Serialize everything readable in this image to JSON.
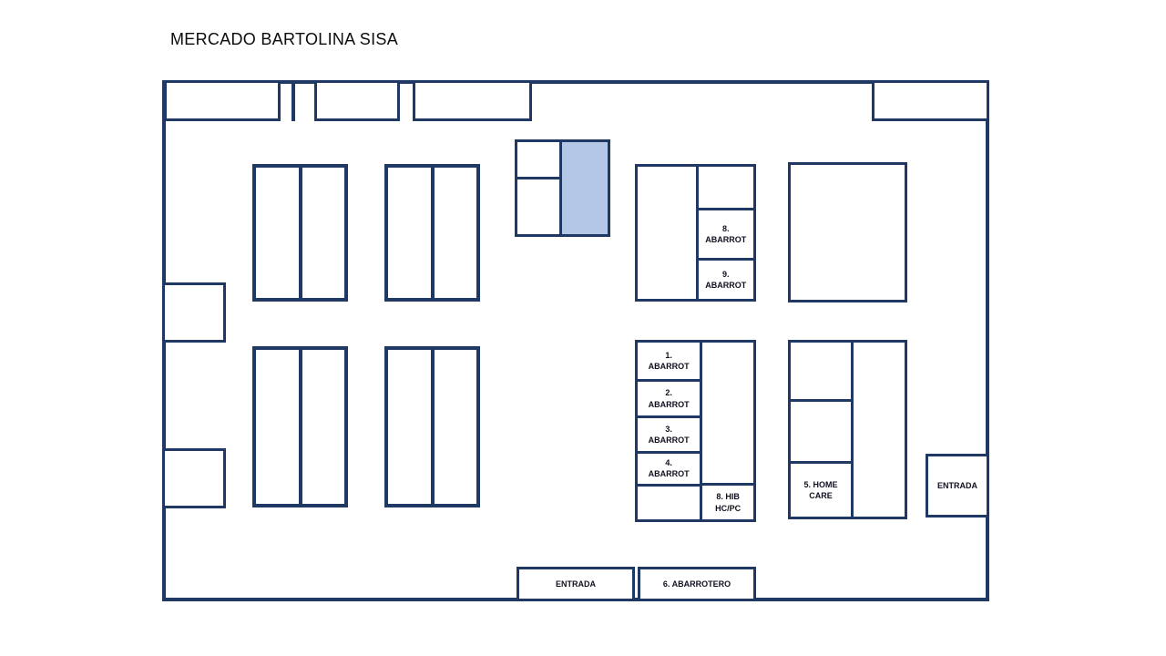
{
  "title": "MERCADO BARTOLINA SISA",
  "colors": {
    "line": "#1F3864",
    "highlight_fill": "#B4C7E7"
  },
  "stalls": {
    "abarrot_8": "8.\nABARROT",
    "abarrot_9": "9.\nABARROT",
    "abarrot_1": "1.\nABARROT",
    "abarrot_2": "2.\nABARROT",
    "abarrot_3": "3.\nABARROT",
    "abarrot_4": "4.\nABARROT",
    "hib_hc_pc": "8. HIB\nHC/PC",
    "home_care": "5. HOME\nCARE",
    "abarrotero_6": "6. ABARROTERO",
    "entrada_side": "ENTRADA",
    "entrada_bottom": "ENTRADA"
  }
}
